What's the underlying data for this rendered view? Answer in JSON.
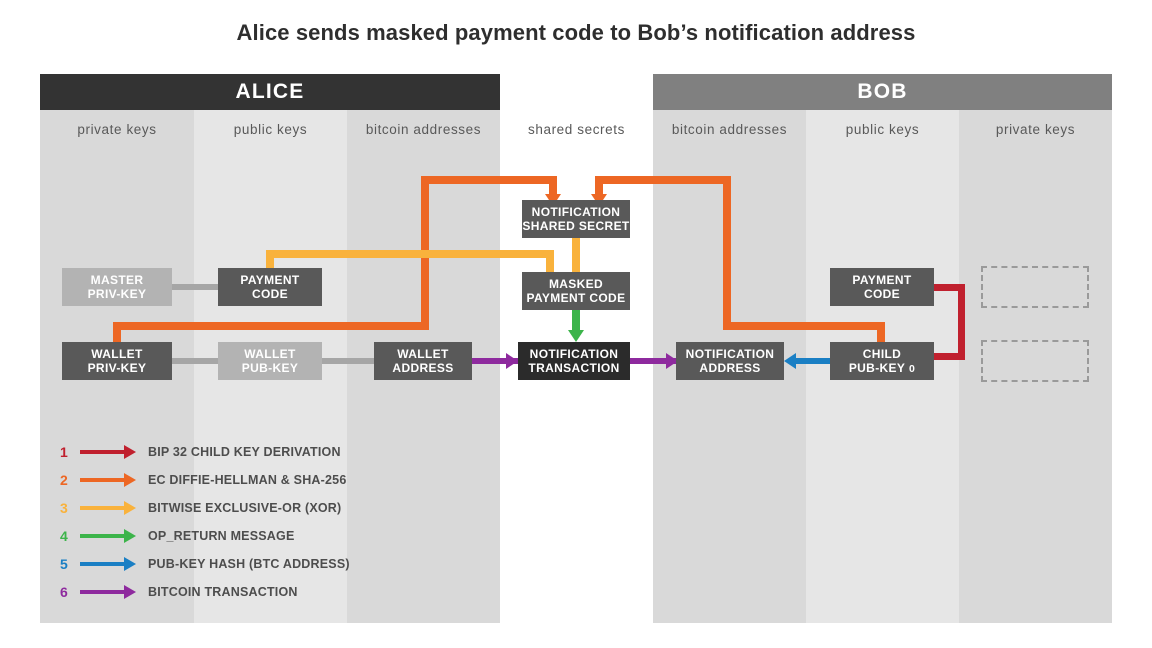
{
  "title": "Alice sends masked payment code to Bob’s notification address",
  "parties": [
    {
      "name": "alice",
      "label": "ALICE",
      "color": "#333333"
    },
    {
      "name": "bob",
      "label": "BOB",
      "color": "#808080"
    }
  ],
  "columns": [
    {
      "key": "alice-private-keys",
      "label": "private keys",
      "shade": "#d9d9d9"
    },
    {
      "key": "alice-public-keys",
      "label": "public keys",
      "shade": "#e6e6e6"
    },
    {
      "key": "alice-bitcoin-addresses",
      "label": "bitcoin addresses",
      "shade": "#d9d9d9"
    },
    {
      "key": "shared-secrets",
      "label": "shared secrets",
      "shade": "#ffffff"
    },
    {
      "key": "bob-bitcoin-addresses",
      "label": "bitcoin addresses",
      "shade": "#d9d9d9"
    },
    {
      "key": "bob-public-keys",
      "label": "public keys",
      "shade": "#e6e6e6"
    },
    {
      "key": "bob-private-keys",
      "label": "private keys",
      "shade": "#d9d9d9"
    }
  ],
  "nodes": {
    "alice_master_privkey": {
      "line1": "MASTER",
      "line2": "PRIV-KEY",
      "tone": "light"
    },
    "alice_payment_code": {
      "line1": "PAYMENT",
      "line2": "CODE",
      "tone": "mid"
    },
    "alice_wallet_privkey": {
      "line1": "WALLET",
      "line2": "PRIV-KEY",
      "tone": "mid"
    },
    "alice_wallet_pubkey": {
      "line1": "WALLET",
      "line2": "PUB-KEY",
      "tone": "light"
    },
    "alice_wallet_address": {
      "line1": "WALLET",
      "line2": "ADDRESS",
      "tone": "mid"
    },
    "notification_shared_secret": {
      "line1": "NOTIFICATION",
      "line2": "SHARED SECRET",
      "tone": "mid"
    },
    "masked_payment_code": {
      "line1": "MASKED",
      "line2": "PAYMENT CODE",
      "tone": "mid"
    },
    "notification_transaction": {
      "line1": "NOTIFICATION",
      "line2": "TRANSACTION",
      "tone": "dark"
    },
    "bob_notification_address": {
      "line1": "NOTIFICATION",
      "line2": "ADDRESS",
      "tone": "mid"
    },
    "bob_payment_code": {
      "line1": "PAYMENT",
      "line2": "CODE",
      "tone": "mid"
    },
    "bob_child_pubkey": {
      "line1": "CHILD",
      "line2": "PUB-KEY",
      "sub": "0",
      "tone": "mid"
    },
    "bob_ghost_upper": {
      "line1": "",
      "line2": "",
      "tone": "ghost"
    },
    "bob_ghost_lower": {
      "line1": "",
      "line2": "",
      "tone": "ghost"
    }
  },
  "legend": [
    {
      "num": "1",
      "label": "BIP 32 CHILD KEY DERIVATION",
      "color": "#c0202e"
    },
    {
      "num": "2",
      "label": "EC DIFFIE-HELLMAN & SHA-256",
      "color": "#ed6724"
    },
    {
      "num": "3",
      "label": "BITWISE EXCLUSIVE-OR (XOR)",
      "color": "#f9b23c"
    },
    {
      "num": "4",
      "label": "OP_RETURN MESSAGE",
      "color": "#3cb44a"
    },
    {
      "num": "5",
      "label": "PUB-KEY HASH (BTC ADDRESS)",
      "color": "#1a7fc4"
    },
    {
      "num": "6",
      "label": "BITCOIN TRANSACTION",
      "color": "#8e2a9e"
    }
  ],
  "palette": {
    "crimson": "#c0202e",
    "orange": "#ed6724",
    "amber": "#f9b23c",
    "green": "#3cb44a",
    "blue": "#1a7fc4",
    "purple": "#8e2a9e",
    "plain_link": "#a6a6a6"
  }
}
